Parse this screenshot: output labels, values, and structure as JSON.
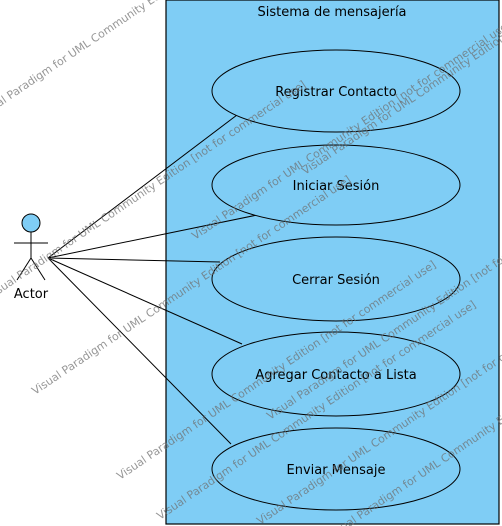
{
  "system": {
    "title": "Sistema de mensajería",
    "fill": "#7fcdf5",
    "stroke": "#000000"
  },
  "actor": {
    "name": "Actor",
    "head_fill": "#7fcdf5"
  },
  "use_cases": [
    {
      "label": "Registrar Contacto"
    },
    {
      "label": "Iniciar Sesión"
    },
    {
      "label": "Cerrar Sesión"
    },
    {
      "label": "Agregar Contacto a Lista"
    },
    {
      "label": "Enviar Mensaje"
    }
  ],
  "watermark": {
    "text": "Visual Paradigm for UML Community Edition [not for commercial use]"
  },
  "colors": {
    "use_case_fill": "#7fcdf5",
    "line": "#000000",
    "background": "#ffffff"
  }
}
